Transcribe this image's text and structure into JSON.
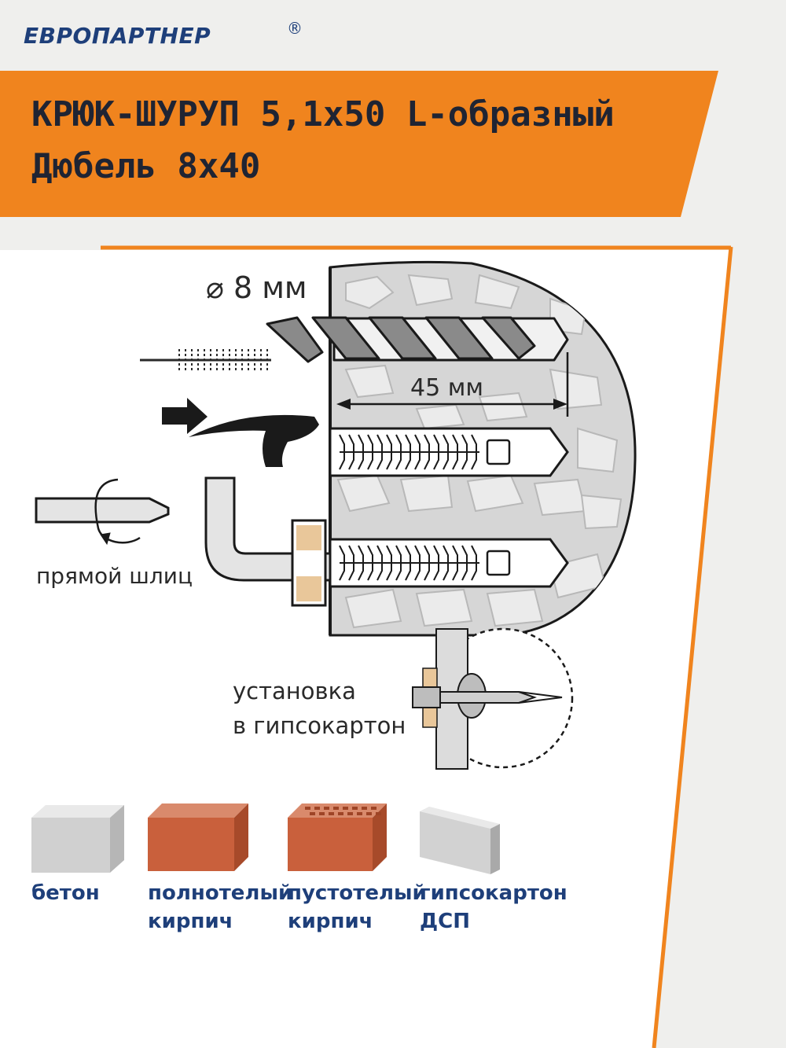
{
  "brand": {
    "name": "ЕВРОПАРТНЕР",
    "registered_mark": "®",
    "color": "#1e3f7a"
  },
  "title": {
    "line1": "КРЮК-ШУРУП 5,1х50   L-образный",
    "line2": "Дюбель 8х40",
    "banner_color": "#f0841e"
  },
  "diagram": {
    "drill_diameter": "⌀ 8 мм",
    "drill_depth": "45 мм",
    "screwdriver_label": "прямой шлиц",
    "drywall_label_line1": "установка",
    "drywall_label_line2": "в гипсокартон"
  },
  "materials": [
    {
      "line1": "бетон",
      "line2": "",
      "icon": "concrete-block-icon"
    },
    {
      "line1": "полнотелый",
      "line2": "кирпич",
      "icon": "solid-brick-icon"
    },
    {
      "line1": "пустотелый",
      "line2": "кирпич",
      "icon": "hollow-brick-icon"
    },
    {
      "line1": "гипсокартон",
      "line2": "ДСП",
      "icon": "drywall-board-icon"
    }
  ]
}
